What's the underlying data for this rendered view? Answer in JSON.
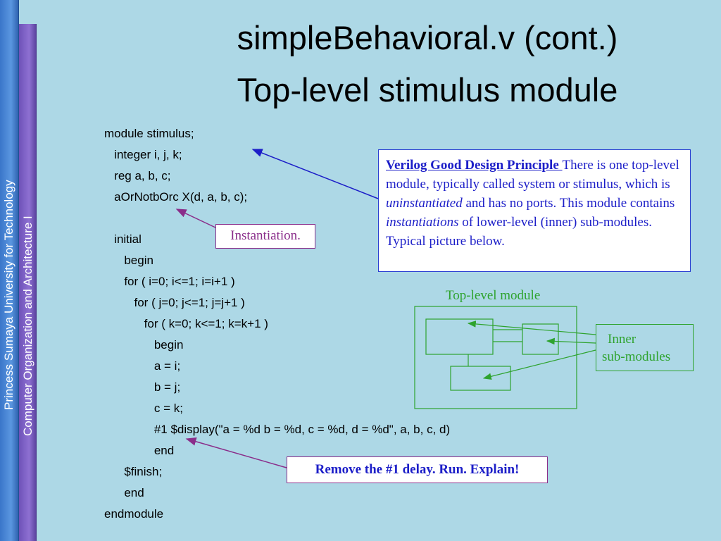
{
  "sidebar": {
    "line1": "Princess Sumaya University for Technology",
    "line2": "Computer Organization and Architecture I"
  },
  "title": {
    "line1": "simpleBehavioral.v (cont.)",
    "line2": "Top-level stimulus module"
  },
  "code_lines": [
    "module stimulus;",
    "   integer i, j, k;",
    "   reg a, b, c;",
    "   aOrNotbOrc X(d, a, b, c);",
    "",
    "   initial",
    "      begin",
    "      for ( i=0; i<=1; i=i+1 )",
    "         for ( j=0; j<=1; j=j+1 )",
    "            for ( k=0; k<=1; k=k+1 )",
    "               begin",
    "               a = i;",
    "               b = j;",
    "               c = k;",
    "               #1 $display(\"a = %d b = %d, c = %d, d = %d\", a, b, c, d)",
    "               end",
    "      $finish;",
    "      end",
    "endmodule"
  ],
  "principle": {
    "heading": "Verilog Good Design Principle ",
    "text_1": " There is one top-level module, typically called system or stimulus, which is ",
    "em_1": "uninstantiated",
    "text_2": " and has no ports. This module contains ",
    "em_2": "instantiations",
    "text_3": " of lower-level (inner) sub-modules. Typical picture below."
  },
  "instantiation_label": "Instantiation.",
  "remove_label": "Remove the #1 delay. Run. Explain!",
  "diagram": {
    "top_label": "Top-level module",
    "inner_line1": "Inner",
    "inner_line2": "sub-modules"
  },
  "colors": {
    "background": "#add8e6",
    "accent_blue": "#1c1ec8",
    "accent_purple": "#8a2d8a",
    "accent_green": "#2ea32e"
  }
}
